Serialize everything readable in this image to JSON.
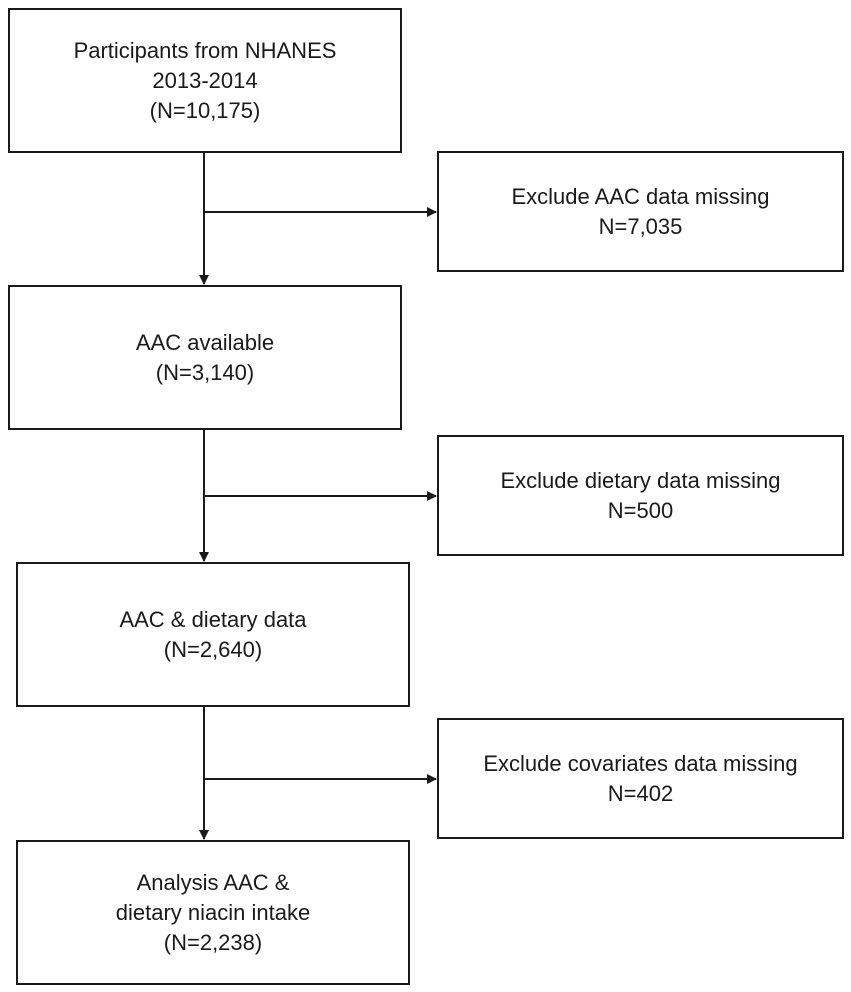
{
  "flowchart": {
    "start": {
      "lines": [
        "Participants from NHANES",
        "2013-2014",
        "(N=10,175)"
      ]
    },
    "exclusion_1": {
      "lines": [
        "Exclude AAC data missing",
        "N=7,035"
      ]
    },
    "step_2": {
      "lines": [
        "AAC available",
        "(N=3,140)"
      ]
    },
    "exclusion_2": {
      "lines": [
        "Exclude dietary data missing",
        "N=500"
      ]
    },
    "step_3": {
      "lines": [
        "AAC & dietary data",
        "(N=2,640)"
      ]
    },
    "exclusion_3": {
      "lines": [
        "Exclude covariates data missing",
        "N=402"
      ]
    },
    "final": {
      "lines": [
        "Analysis AAC &",
        "dietary niacin intake",
        "(N=2,238)"
      ]
    }
  },
  "colors": {
    "stroke": "#1a1a1a",
    "background": "#ffffff"
  }
}
